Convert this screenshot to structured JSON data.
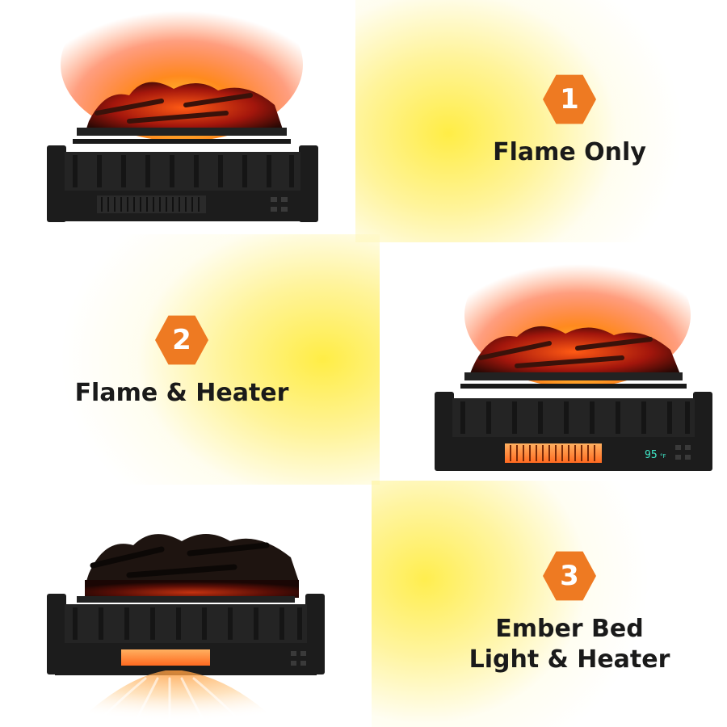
{
  "modes": [
    {
      "number": "1",
      "lines": [
        "Flame Only"
      ]
    },
    {
      "number": "2",
      "lines": [
        "Flame & Heater"
      ]
    },
    {
      "number": "3",
      "lines": [
        "Ember Bed",
        "Light & Heater"
      ]
    }
  ],
  "heater_display": {
    "temperature": "95",
    "unit": "°F"
  },
  "colors": {
    "badge": "#ee7a22",
    "label_text": "#1a1a1a",
    "glow": "#ffe83c",
    "flame": "#ff7a1a",
    "unit_body": "#1c1c1c",
    "display_text": "#3fe6c6"
  },
  "icons": [
    "hexagon-badge-icon",
    "fireplace-insert-illustration",
    "heat-wave-icon"
  ]
}
